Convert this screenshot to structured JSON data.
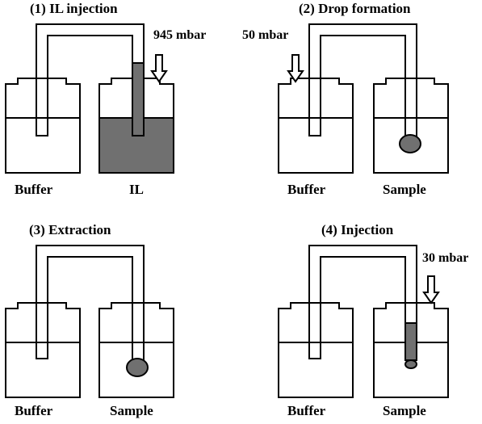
{
  "colors": {
    "line": "#000000",
    "background": "#ffffff",
    "liquid_fill": "#707070"
  },
  "steps": [
    {
      "title": "(1) IL injection",
      "pressure": "945 mbar",
      "left_vial": "Buffer",
      "right_vial": "IL",
      "state": "il-injection"
    },
    {
      "title": "(2) Drop formation",
      "pressure": "50 mbar",
      "left_vial": "Buffer",
      "right_vial": "Sample",
      "state": "drop-formation"
    },
    {
      "title": "(3) Extraction",
      "pressure": "",
      "left_vial": "Buffer",
      "right_vial": "Sample",
      "state": "extraction"
    },
    {
      "title": "(4) Injection",
      "pressure": "30 mbar",
      "left_vial": "Buffer",
      "right_vial": "Sample",
      "state": "injection"
    }
  ]
}
